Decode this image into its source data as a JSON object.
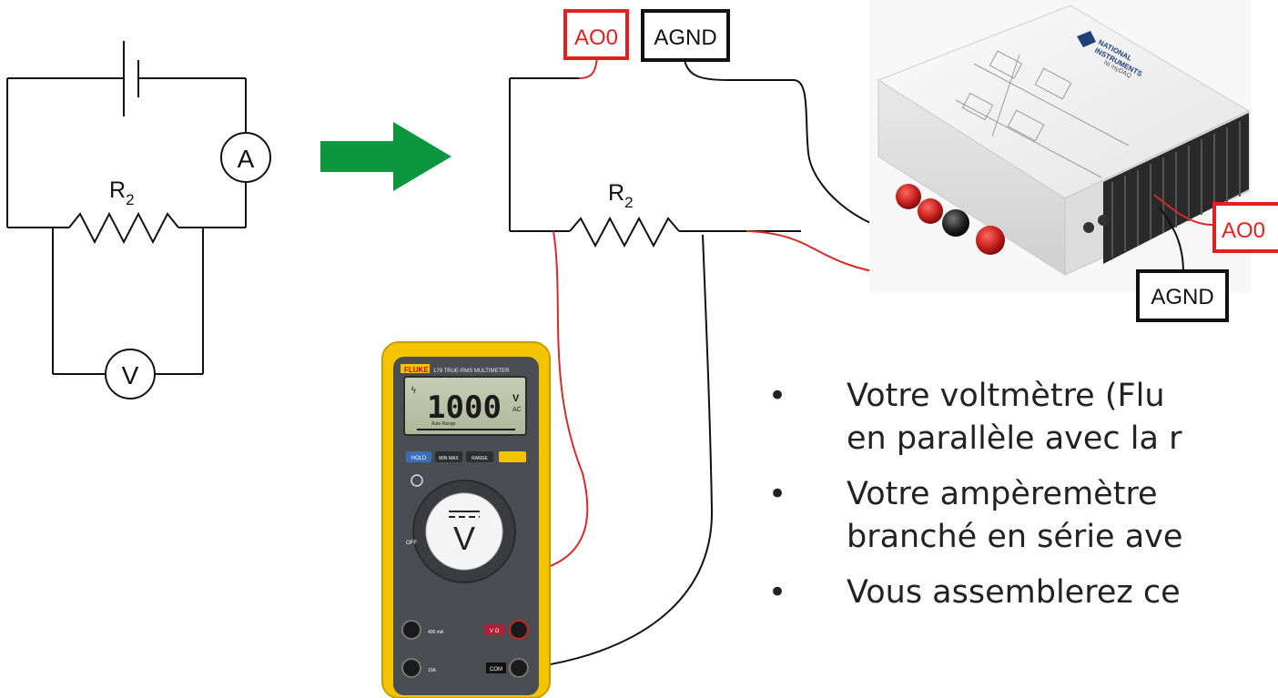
{
  "labels": {
    "ammeter": "A",
    "voltmeter": "V",
    "resistor_left": "R",
    "resistor_left_sub": "2",
    "resistor_right": "R",
    "resistor_right_sub": "2",
    "ao0_top": "AO0",
    "agnd_top": "AGND",
    "ao0_side": "AO0",
    "agnd_side": "AGND"
  },
  "multimeter": {
    "brand": "FLUKE",
    "model": "179 TRUE-RMS MULTIMETER",
    "display_value": "1000",
    "display_unit": "V",
    "display_unit_sub": "AC",
    "range_label": "Auto Range",
    "buttons": [
      "HOLD",
      "MIN MAX",
      "RANGE",
      ""
    ],
    "dial_symbol": "V",
    "off_label": "OFF",
    "jacks": [
      "400 mA",
      "V Ω",
      "10A",
      "COM"
    ]
  },
  "daq": {
    "brand_line1": "NATIONAL",
    "brand_line2": "INSTRUMENTS",
    "model": "NI myDAQ"
  },
  "bullets": [
    {
      "line1": "Votre voltmètre (Flu",
      "line2": "en parallèle avec la r"
    },
    {
      "line1": "Votre ampèremètre",
      "line2": "branché en série ave"
    },
    {
      "line1": "Vous assemblerez ce",
      "line2": ""
    }
  ],
  "colors": {
    "wire_red": "#d42a2a",
    "wire_black": "#1a1a1a",
    "arrow_green": "#0d9640",
    "multimeter_yellow": "#f5c400",
    "multimeter_body": "#4a4d52",
    "daq_body": "#f2f2f2",
    "terminal_red": "#c31d1d"
  }
}
